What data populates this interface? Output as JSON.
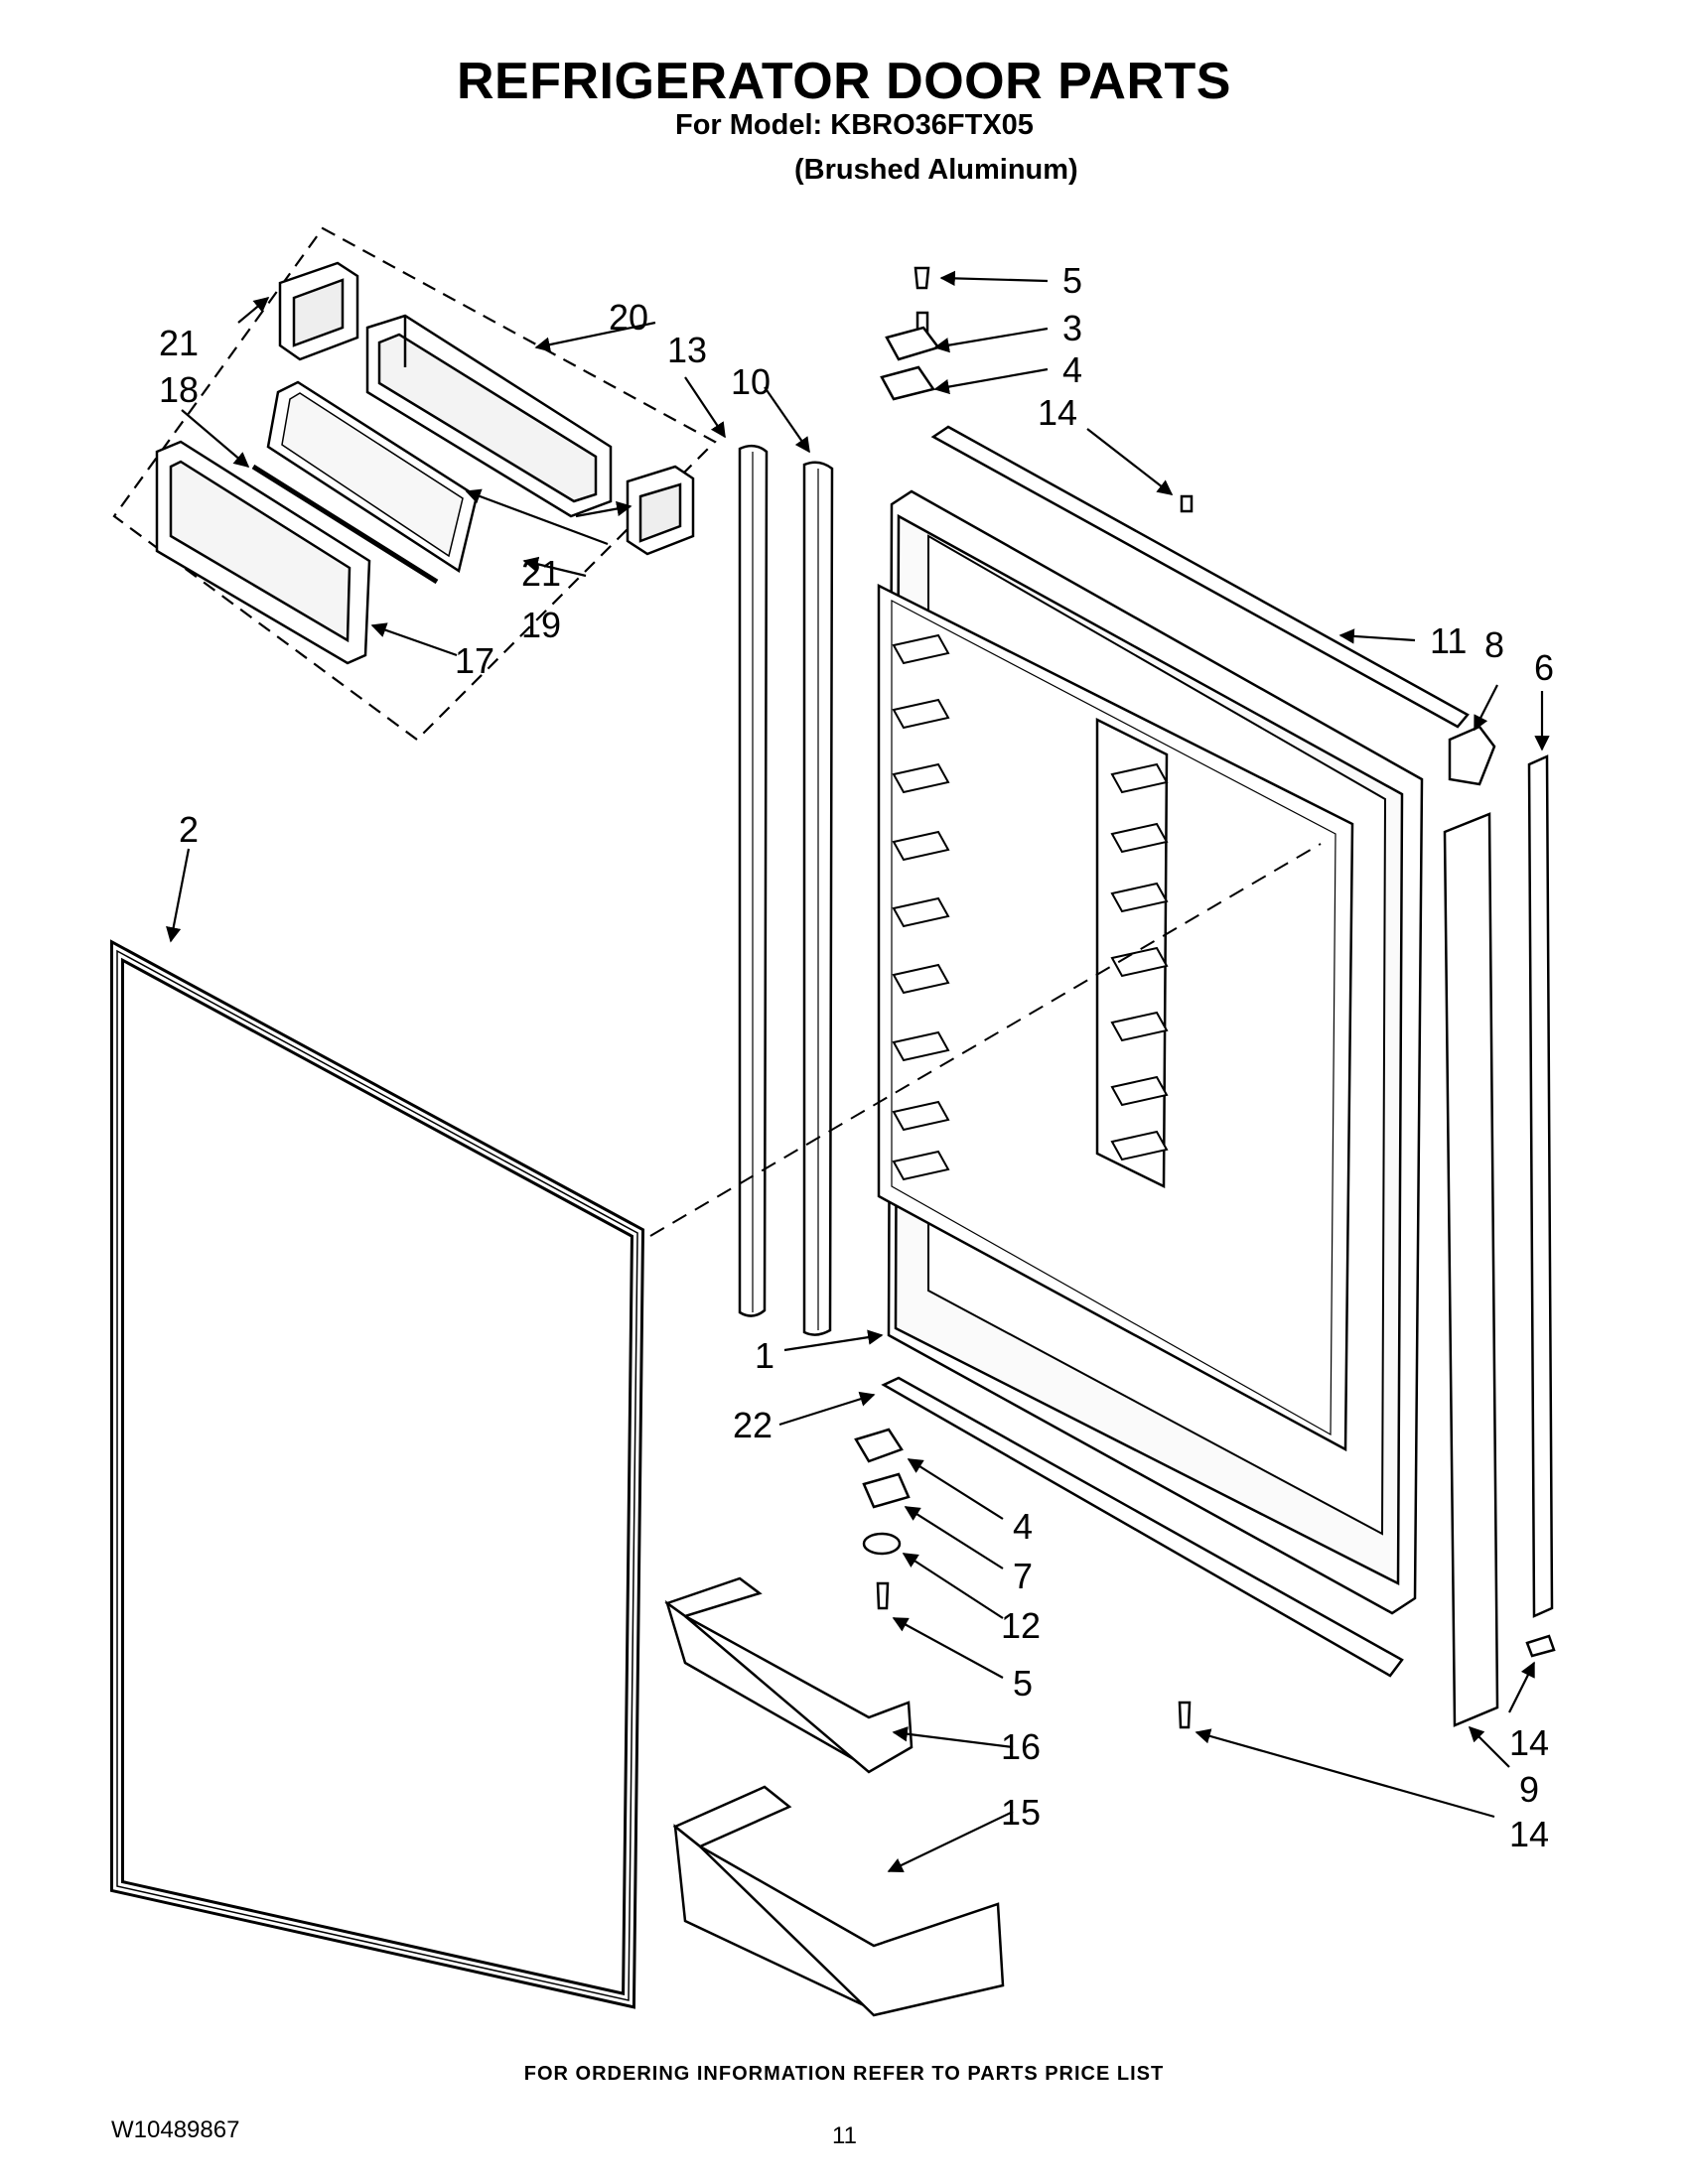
{
  "header": {
    "title": "REFRIGERATOR DOOR PARTS",
    "model_line": "For Model: KBRO36FTX05",
    "finish_line": "(Brushed Aluminum)"
  },
  "callouts": {
    "c1": "1",
    "c2": "2",
    "c3": "3",
    "c4a": "4",
    "c4b": "4",
    "c5a": "5",
    "c5b": "5",
    "c6": "6",
    "c7": "7",
    "c8": "8",
    "c9": "9",
    "c10": "10",
    "c11": "11",
    "c12": "12",
    "c13": "13",
    "c14a": "14",
    "c14b": "14",
    "c14c": "14",
    "c15": "15",
    "c16": "16",
    "c17": "17",
    "c18": "18",
    "c19": "19",
    "c20": "20",
    "c21a": "21",
    "c21b": "21",
    "c22": "22"
  },
  "footer": {
    "ordering_note": "FOR ORDERING INFORMATION REFER TO PARTS PRICE LIST",
    "document_number": "W10489867",
    "page_number": "11"
  }
}
